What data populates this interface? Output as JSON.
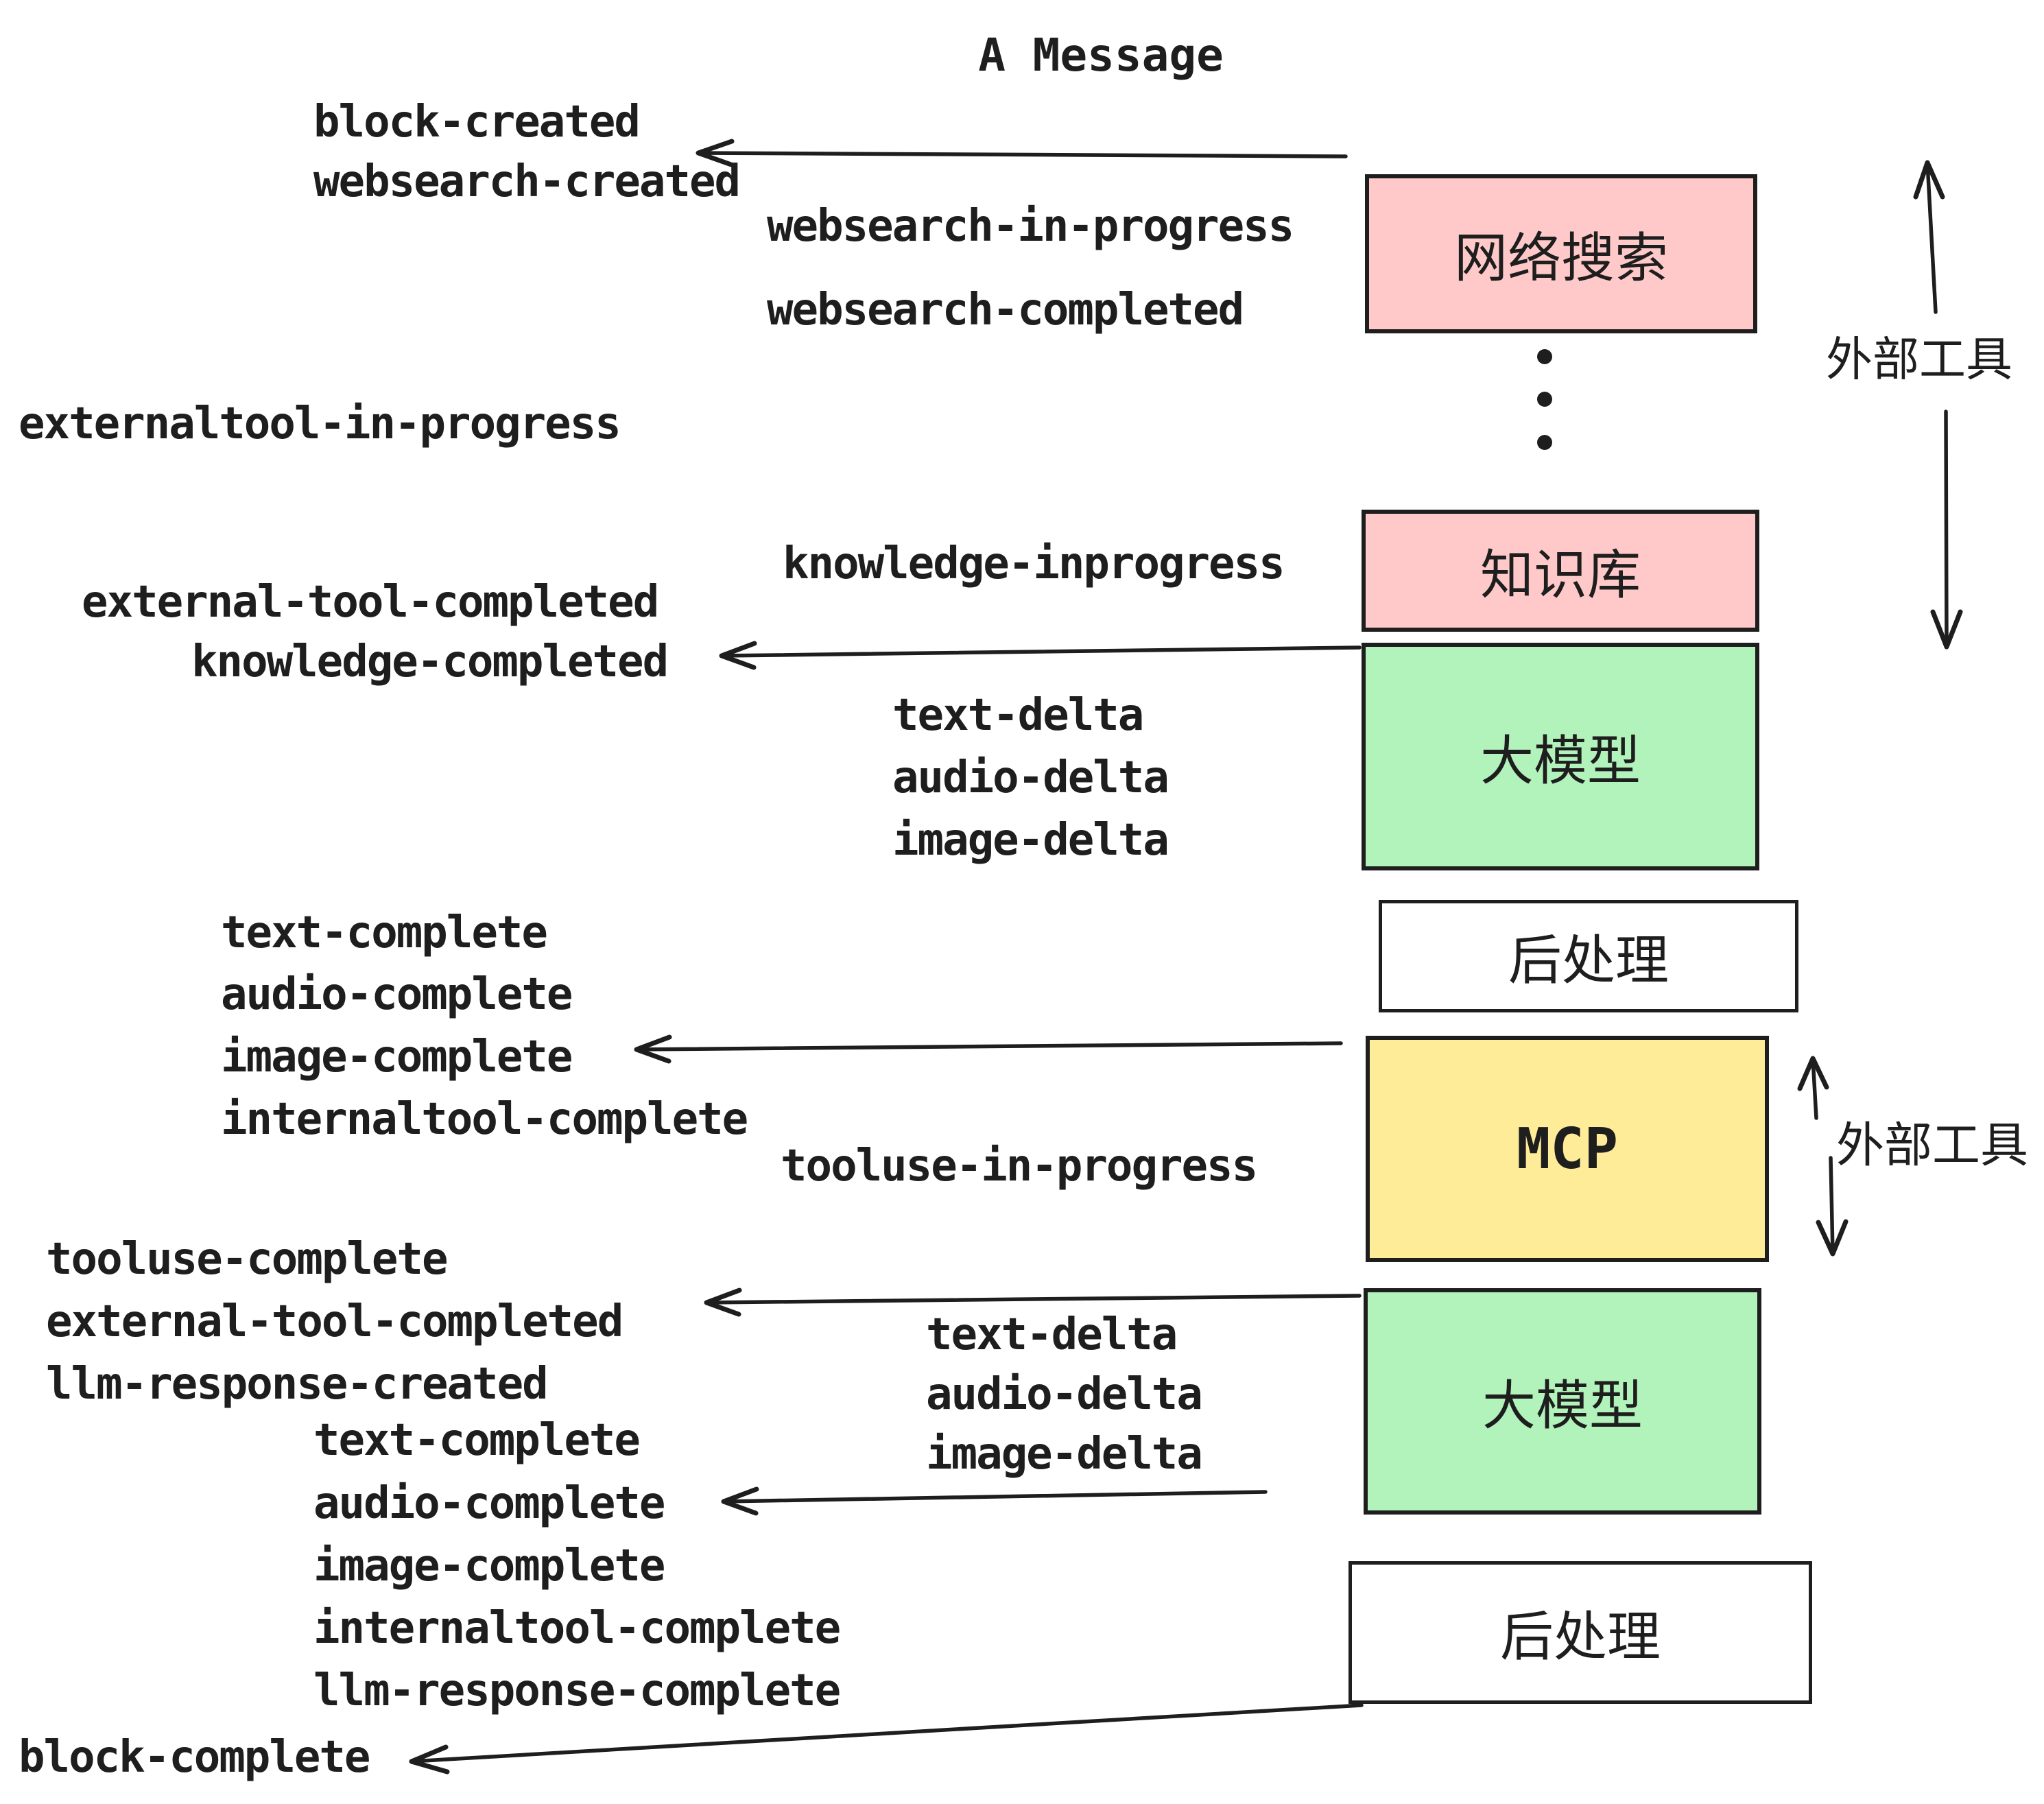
{
  "title": "A Message",
  "side_labels": {
    "external_tools_top": "外部工具",
    "external_tools_mid": "外部工具"
  },
  "boxes": {
    "websearch": {
      "label": "网络搜索",
      "fill": "#ffc9c9"
    },
    "knowledge": {
      "label": "知识库",
      "fill": "#ffc9c9"
    },
    "llm_1": {
      "label": "大模型",
      "fill": "#b2f2bb"
    },
    "postprocess_1": {
      "label": "后处理",
      "fill": "#ffffff"
    },
    "mcp": {
      "label": "MCP",
      "fill": "#ffec99"
    },
    "llm_2": {
      "label": "大模型",
      "fill": "#b2f2bb"
    },
    "postprocess_2": {
      "label": "后处理",
      "fill": "#ffffff"
    }
  },
  "events": {
    "block_created": "block-created",
    "websearch_created": "websearch-created",
    "websearch_in_progress": "websearch-in-progress",
    "websearch_completed": "websearch-completed",
    "externaltool_in_progress": "externaltool-in-progress",
    "knowledge_inprogress": "knowledge-inprogress",
    "external_tool_completed_1": "external-tool-completed",
    "knowledge_completed": "knowledge-completed",
    "text_delta_1": "text-delta",
    "audio_delta_1": "audio-delta",
    "image_delta_1": "image-delta",
    "text_complete_1": "text-complete",
    "audio_complete_1": "audio-complete",
    "image_complete_1": "image-complete",
    "internaltool_complete_1": "internaltool-complete",
    "tooluse_in_progress": "tooluse-in-progress",
    "tooluse_complete": "tooluse-complete",
    "external_tool_completed_2": "external-tool-completed",
    "llm_response_created": "llm-response-created",
    "text_delta_2": "text-delta",
    "audio_delta_2": "audio-delta",
    "image_delta_2": "image-delta",
    "text_complete_2": "text-complete",
    "audio_complete_2": "audio-complete",
    "image_complete_2": "image-complete",
    "internaltool_complete_2": "internaltool-complete",
    "llm_response_complete": "llm-response-complete",
    "block_complete": "block-complete"
  },
  "colors": {
    "ink": "#1e1e1e",
    "pink": "#ffc9c9",
    "green": "#b2f2bb",
    "yellow": "#ffec99",
    "background": "#ffffff"
  }
}
